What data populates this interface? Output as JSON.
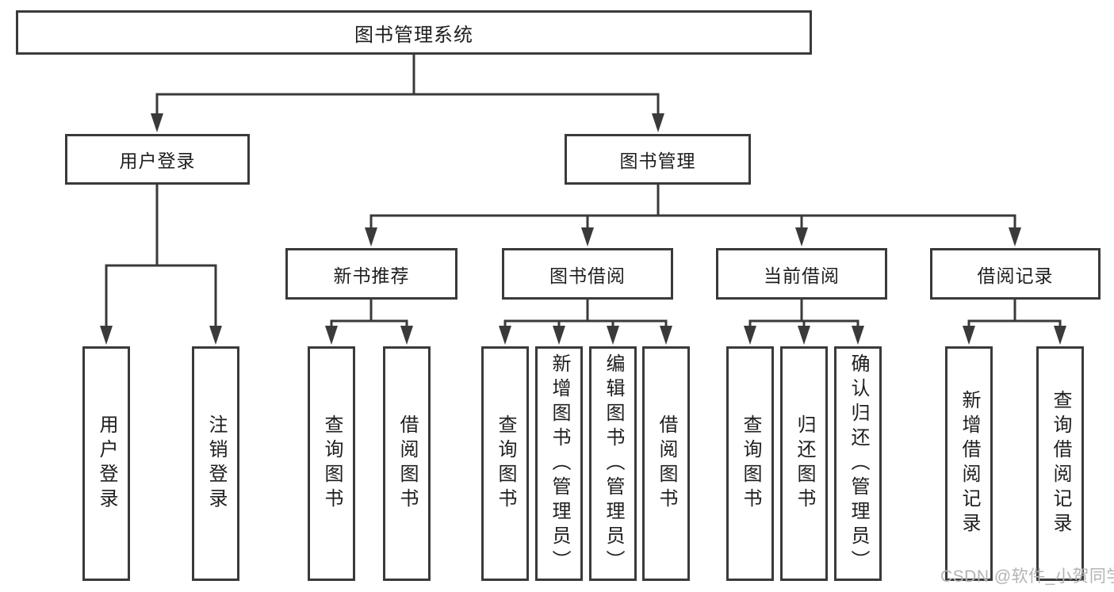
{
  "diagram": {
    "type": "hierarchy-tree",
    "watermark": {
      "text": "CSDN @软件_小贺同学"
    },
    "colors": {
      "line": "#3a3a3a",
      "box_border": "#3a3a3a",
      "box_fill": "#ffffff",
      "text": "#1e1e1e",
      "watermark_text": "#b3b3b3",
      "background": "#ffffff"
    },
    "tree": {
      "root": {
        "label": "图书管理系统"
      },
      "level2": [
        {
          "label": "用户登录",
          "children": [
            {
              "label": "用户登录"
            },
            {
              "label": "注销登录"
            }
          ]
        },
        {
          "label": "图书管理",
          "children": [
            {
              "label": "新书推荐",
              "children": [
                {
                  "label": "查询图书"
                },
                {
                  "label": "借阅图书"
                }
              ]
            },
            {
              "label": "图书借阅",
              "children": [
                {
                  "label": "查询图书"
                },
                {
                  "label": "新增图书（管理员）"
                },
                {
                  "label": "编辑图书（管理员）"
                },
                {
                  "label": "借阅图书"
                }
              ]
            },
            {
              "label": "当前借阅",
              "children": [
                {
                  "label": "查询图书"
                },
                {
                  "label": "归还图书"
                },
                {
                  "label": "确认归还（管理员）"
                }
              ]
            },
            {
              "label": "借阅记录",
              "children": [
                {
                  "label": "新增借阅记录"
                },
                {
                  "label": "查询借阅记录"
                }
              ]
            }
          ]
        }
      ]
    }
  }
}
